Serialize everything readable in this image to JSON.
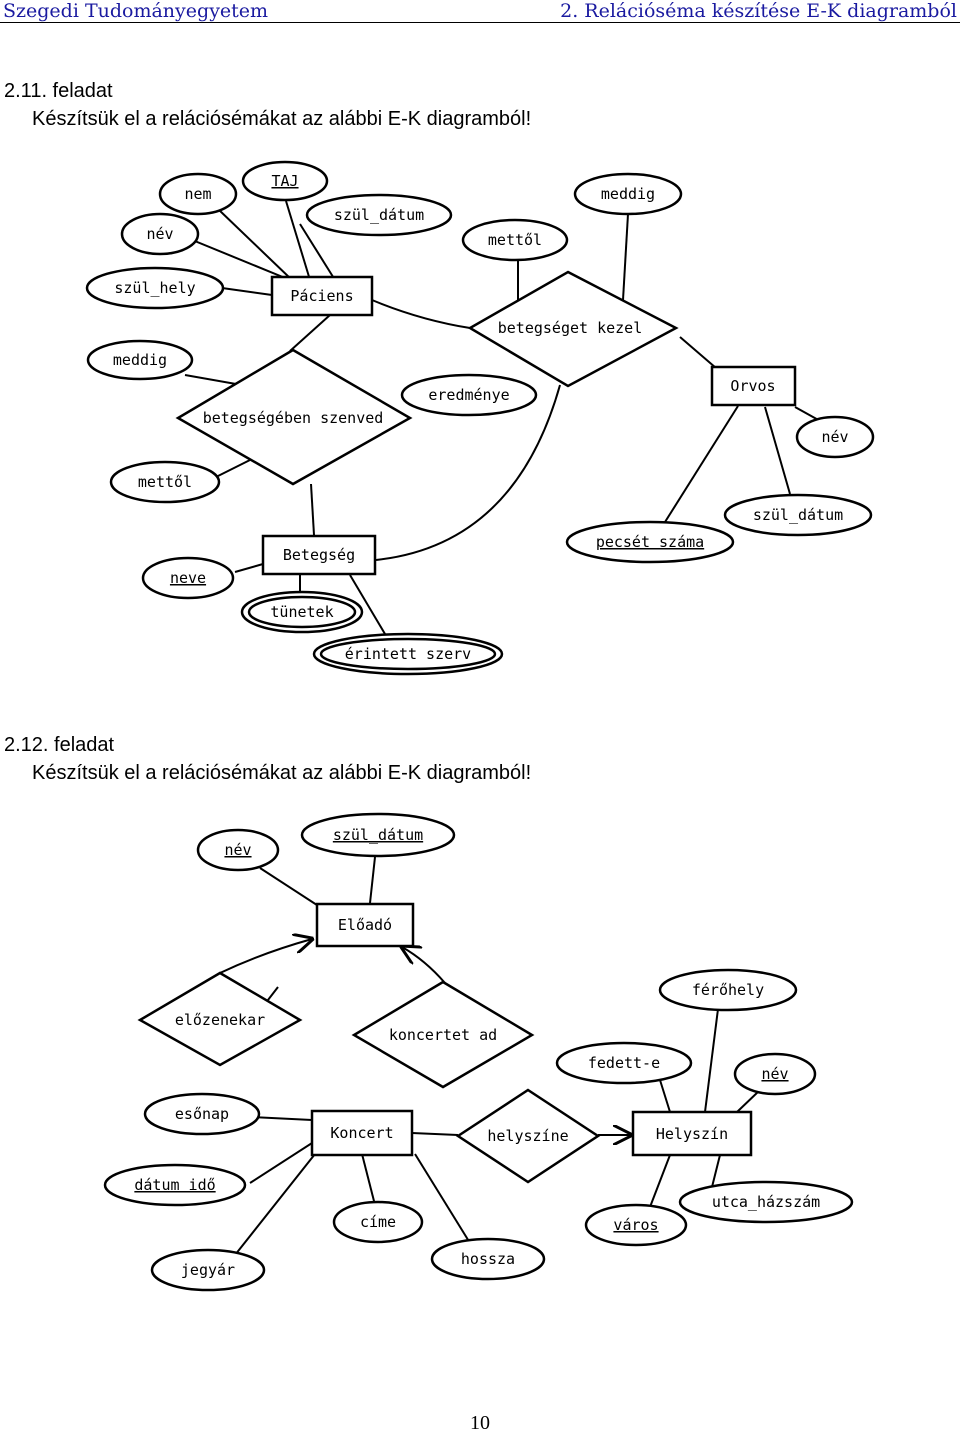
{
  "header": {
    "left": "Szegedi Tudományegyetem",
    "right": "2. Relációséma készítése E-K diagramból"
  },
  "task1": {
    "number": "2.11. feladat",
    "instruction": "Készítsük el a relációsémákat az alábbi E-K diagramból!",
    "diagram": {
      "entities": {
        "paciens": "Páciens",
        "orvos": "Orvos",
        "betegseg": "Betegség"
      },
      "relationships": {
        "betegseget_kezel": "betegséget kezel",
        "betegseben_szenved": "betegségében szenved"
      },
      "attributes": {
        "nev_p": "név",
        "nem": "nem",
        "taj": "TAJ",
        "szul_datum_p": "szül_dátum",
        "szul_hely": "szül_hely",
        "mettol_k": "mettől",
        "meddig_k": "meddig",
        "meddig_sz": "meddig",
        "mettol_sz": "mettől",
        "eredmenye": "eredménye",
        "nev_o": "név",
        "szul_datum_o": "szül_dátum",
        "pecset_szama": "pecsét száma",
        "neve_b": "neve",
        "tunetek": "tünetek",
        "erintett_szerv": "érintett szerv"
      }
    }
  },
  "task2": {
    "number": "2.12. feladat",
    "instruction": "Készítsük el a relációsémákat az alábbi E-K diagramból!",
    "diagram": {
      "entities": {
        "eloado": "Előadó",
        "koncert": "Koncert",
        "helyszin": "Helyszín"
      },
      "relationships": {
        "elozenekar": "előzenekar",
        "koncertet_ad": "koncertet ad",
        "helyszine": "helyszíne"
      },
      "attributes": {
        "nev_e": "név",
        "szul_datum_e": "szül_dátum",
        "esonap": "esőnap",
        "datum_ido": "dátum idő",
        "jegyar": "jegyár",
        "cime": "címe",
        "hossza": "hossza",
        "ferohely": "férőhely",
        "fedett": "fedett-e",
        "nev_h": "név",
        "varos": "város",
        "utca_hazszam": "utca_házszám"
      }
    }
  },
  "footer": {
    "page": "10"
  }
}
